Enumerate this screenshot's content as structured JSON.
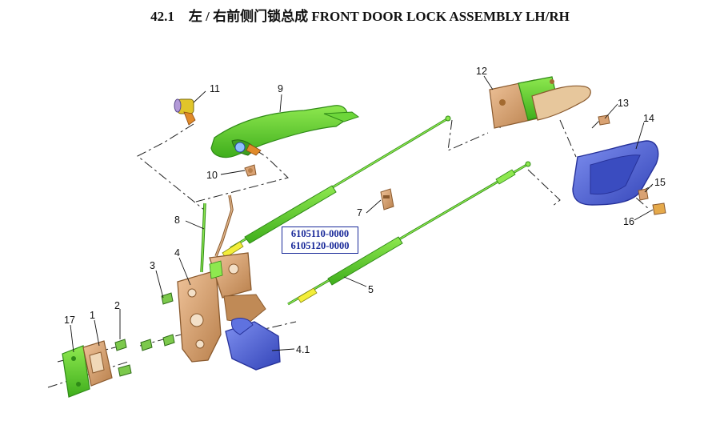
{
  "title": {
    "section_number": "42.1",
    "text": "左 / 右前侧门锁总成 FRONT DOOR LOCK ASSEMBLY LH/RH"
  },
  "part_numbers": [
    "6105110-0000",
    "6105120-0000"
  ],
  "callouts": {
    "c1": "1",
    "c2": "2",
    "c3": "3",
    "c4": "4",
    "c4_1": "4.1",
    "c5": "5",
    "c7": "7",
    "c8": "8",
    "c9": "9",
    "c10": "10",
    "c11": "11",
    "c12": "12",
    "c13": "13",
    "c14": "14",
    "c15": "15",
    "c16": "16",
    "c17": "17"
  },
  "colors": {
    "green": "#5ccf2e",
    "green_dark": "#2f8a17",
    "tan": "#d9a273",
    "tan_dark": "#8a5a2e",
    "blue": "#4a5fd0",
    "blue_dark": "#27329a",
    "orange": "#e08a2a",
    "box_blue": "#1a2a9a"
  }
}
